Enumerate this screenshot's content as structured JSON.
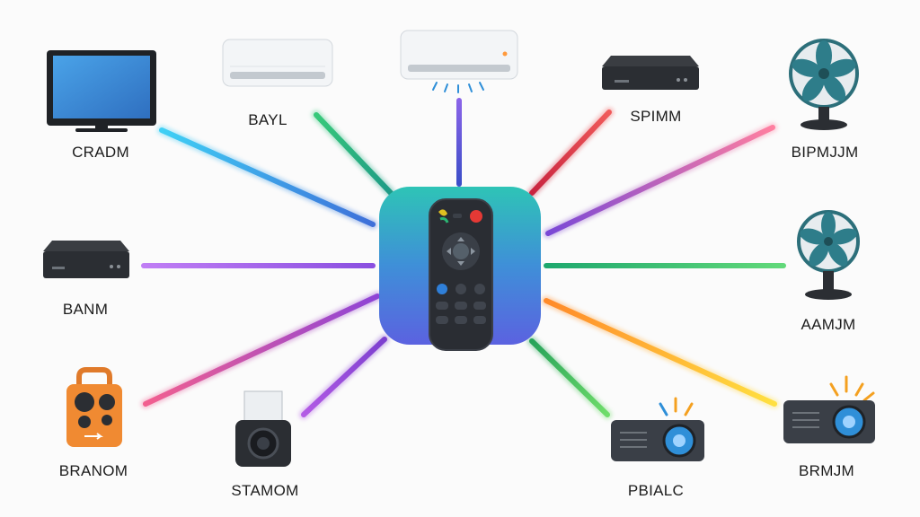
{
  "hub": {
    "icon": "universal-remote-icon",
    "colors": {
      "top": "#2ec4b6",
      "bottom": "#5b62e0",
      "remote": "#2a2d33",
      "power": "#e53935"
    }
  },
  "devices": [
    {
      "id": "tv",
      "label": "CRADM",
      "icon": "tv-icon",
      "line_color": "#3fc6f0"
    },
    {
      "id": "ac-1",
      "label": "BAYL",
      "icon": "air-conditioner-icon",
      "line_color": "#2bb673"
    },
    {
      "id": "ac-2",
      "label": "",
      "icon": "air-conditioner-icon",
      "line_color": "#5a4fcf"
    },
    {
      "id": "box-1",
      "label": "SPIMM",
      "icon": "set-top-box-icon",
      "line_color": "#e53950"
    },
    {
      "id": "fan-1",
      "label": "BIPMJJM",
      "icon": "fan-icon",
      "line_color": "#f06292"
    },
    {
      "id": "box-2",
      "label": "BANM",
      "icon": "set-top-box-icon",
      "line_color": "#a35cf0"
    },
    {
      "id": "fan-2",
      "label": "AAMJM",
      "icon": "fan-icon",
      "line_color": "#36c06a"
    },
    {
      "id": "speaker",
      "label": "BRANOM",
      "icon": "portable-speaker-icon",
      "line_color": "#e8508a"
    },
    {
      "id": "camera",
      "label": "STAMOM",
      "icon": "camera-icon",
      "line_color": "#9b4fd8"
    },
    {
      "id": "projector-1",
      "label": "PBIALC",
      "icon": "projector-icon",
      "line_color": "#27ae60"
    },
    {
      "id": "projector-2",
      "label": "BRMJM",
      "icon": "projector-icon",
      "line_color": "#ffd23f"
    }
  ]
}
